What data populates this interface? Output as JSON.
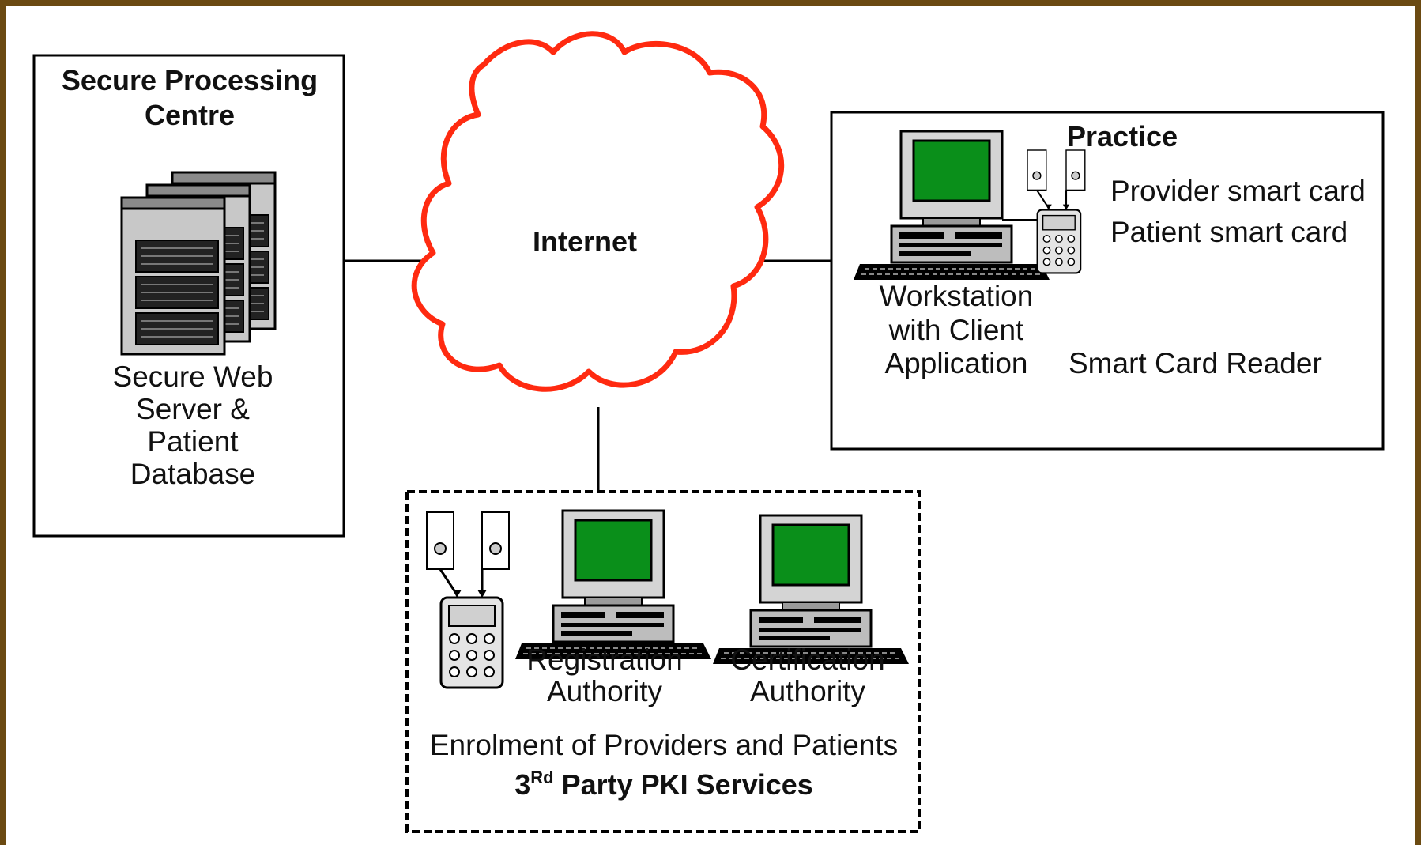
{
  "colors": {
    "frame": "#6b4a12",
    "background": "#ffffff",
    "cloud_outline": "#ff2a10",
    "screen": "#0a8f1a",
    "line": "#000000"
  },
  "secure_centre": {
    "title_line1": "Secure Processing",
    "title_line2": "Centre",
    "caption_line1": "Secure Web",
    "caption_line2": "Server &",
    "caption_line3": "Patient",
    "caption_line4": "Database"
  },
  "internet": {
    "label": "Internet"
  },
  "practice": {
    "title": "Practice",
    "card1": "Provider smart card",
    "card2": "Patient smart card",
    "workstation_line1": "Workstation",
    "workstation_line2": "with Client",
    "workstation_line3": "Application",
    "reader": "Smart Card Reader"
  },
  "pki": {
    "ra_line1": "Registration",
    "ra_line2": "Authority",
    "ca_line1": "Certification",
    "ca_line2": "Authority",
    "enrolment": "Enrolment of Providers and Patients",
    "services_num": "3",
    "services_sup": "Rd",
    "services_rest": " Party PKI Services"
  }
}
